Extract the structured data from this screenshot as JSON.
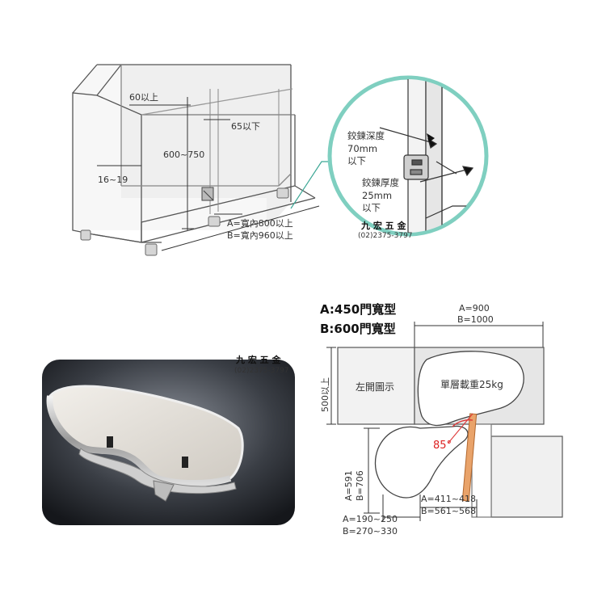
{
  "cabinet": {
    "dim_top": "60以上",
    "dim_right": "65以下",
    "dim_height": "600~750",
    "dim_side": "16~19",
    "width_a": "A=寬內800以上",
    "width_b": "B=寬內960以上"
  },
  "hinge_detail": {
    "depth_label": "鉸鍊深度",
    "depth_value": "70mm",
    "depth_suffix": "以下",
    "thickness_label": "鉸鍊厚度",
    "thickness_value": "25mm",
    "thickness_suffix": "以下"
  },
  "watermark": {
    "brand": "九 宏 五 金",
    "phone": "(02)2375-3797",
    "phone_2": "(02)2375-3797"
  },
  "plan": {
    "type_a": "A:450門寬型",
    "type_b": "B:600門寬型",
    "top_a": "A=900",
    "top_b": "B=1000",
    "left_vertical": "500以上",
    "left_box_label": "左開圖示",
    "shelf_label": "單層載重25kg",
    "angle": "85°",
    "depth_a": "A=591",
    "depth_b": "B=706",
    "inner_a": "A=411~418",
    "inner_b": "B=561~568",
    "bottom_a": "A=190~250",
    "bottom_b": "B=270~330"
  }
}
